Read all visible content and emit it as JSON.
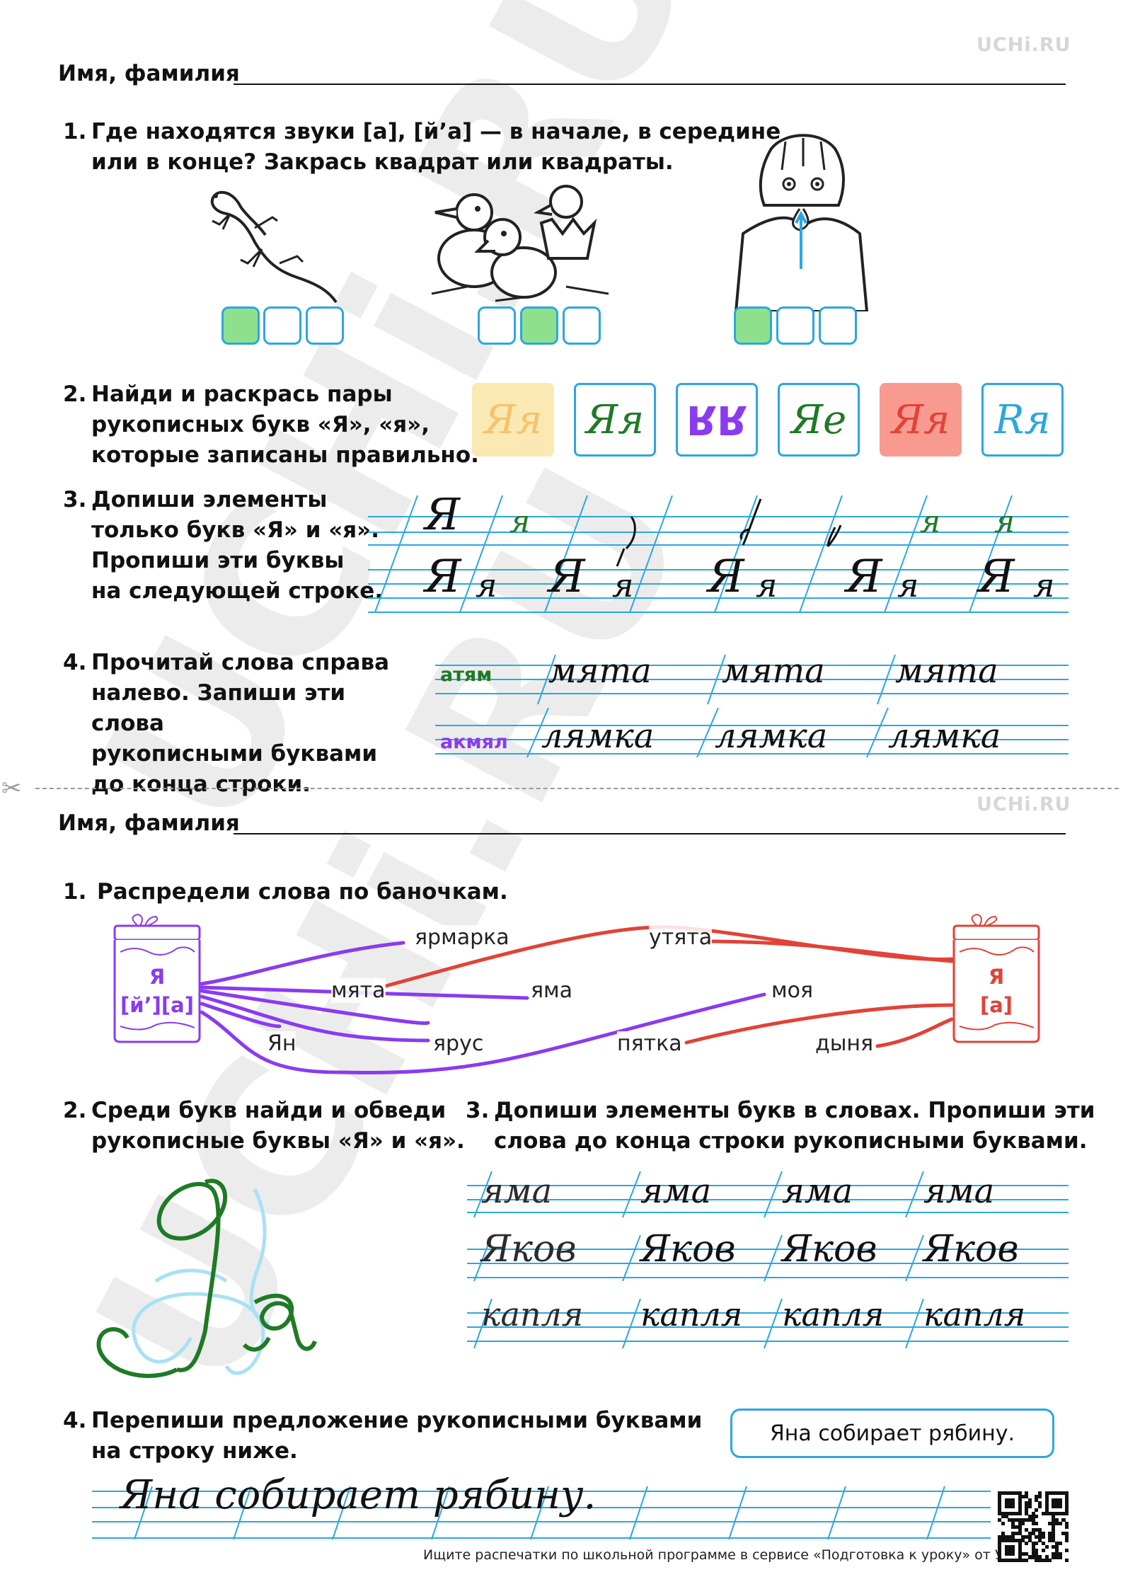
{
  "watermark": {
    "small": "UCHi.RU",
    "big": "UCHi.RU"
  },
  "top": {
    "name_label": "Имя, фамилия",
    "task1": {
      "num": "1.",
      "line1": "Где находятся звуки [а], [й’а] — в начале, в середине",
      "line2": "или в конце? Закрась квадрат или квадраты."
    },
    "task2": {
      "num": "2.",
      "line1": "Найди и раскрась пары",
      "line2": "рукописных букв «Я», «я»,",
      "line3": "которые записаны правильно.",
      "cards": [
        {
          "text": "Яя",
          "color": "#f6c36b",
          "bg": "#fbe9b4"
        },
        {
          "text": "Яя",
          "color": "#1f7a25",
          "bg": "#ffffff"
        },
        {
          "text": "RR",
          "color": "#8a3bf0",
          "bg": "#ffffff"
        },
        {
          "text": "Яе",
          "color": "#1f7a25",
          "bg": "#ffffff"
        },
        {
          "text": "Яя",
          "color": "#e34236",
          "bg": "#f99a91"
        },
        {
          "text": "Rя",
          "color": "#2ca7df",
          "bg": "#ffffff"
        }
      ]
    },
    "task3": {
      "num": "3.",
      "line1": "Допиши элементы",
      "line2": "только букв «Я» и «я».",
      "line3": "Пропиши эти буквы",
      "line4": "на следующей строке.",
      "row1": [
        "Я",
        "я",
        "",
        "",
        "",
        "я",
        "я"
      ],
      "row2": [
        "Я",
        "я",
        "Я",
        "я",
        "Я",
        "я",
        "Я",
        "я",
        "Я",
        "я"
      ]
    },
    "task4": {
      "num": "4.",
      "line1": "Прочитай слова справа",
      "line2": "налево. Запиши эти слова",
      "line3": "рукописными буквами",
      "line4": "до конца строки.",
      "label1": "атям",
      "label2": "акмял",
      "word1": "мята",
      "word2": "лямка"
    }
  },
  "bottom": {
    "name_label": "Имя, фамилия",
    "task1": {
      "num": "1.",
      "text": "Распредели слова по баночкам.",
      "jar_left": {
        "line1": "Я",
        "line2": "[й’][а]"
      },
      "jar_right": {
        "line1": "Я",
        "line2": "[а]"
      },
      "words": [
        "ярмарка",
        "утята",
        "мята",
        "яма",
        "моя",
        "Ян",
        "ярус",
        "пятка",
        "дыня"
      ]
    },
    "task2": {
      "num": "2.",
      "line1": "Среди букв найди и обведи",
      "line2": "рукописные буквы «Я» и «я»."
    },
    "task3": {
      "num": "3.",
      "line1": "Допиши элементы букв в словах. Пропиши эти",
      "line2": "слова до конца строки рукописными буквами.",
      "word1": "яма",
      "word2": "Яков",
      "word3": "капля"
    },
    "task4": {
      "num": "4.",
      "line1": "Перепиши предложение рукописными буквами",
      "line2": "на строку ниже.",
      "sentence": "Яна собирает рябину.",
      "handwritten": "Яна собирает рябину."
    }
  },
  "footer": {
    "text": "Ищите распечатки по школьной программе в сервисе «Подготовка к уроку» от Учи.ру."
  },
  "colors": {
    "blue": "#2ca7df",
    "green": "#1f7a25",
    "purple": "#8a3bf0",
    "red": "#e34236",
    "square_fill": "#8fe08c"
  }
}
